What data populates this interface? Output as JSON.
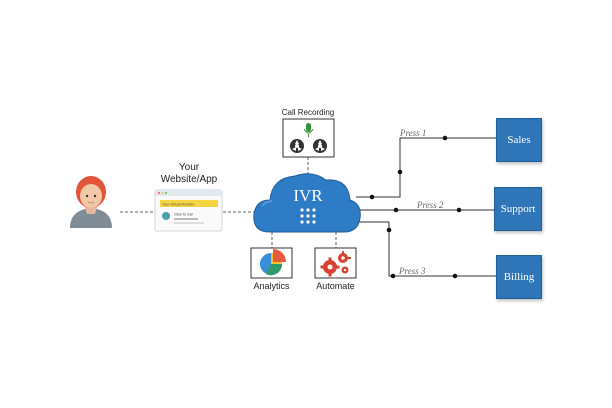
{
  "website": {
    "title": "Your Website/App",
    "banner": "Your Virtual Number",
    "cta": "Click to Call"
  },
  "ivr": {
    "label": "IVR"
  },
  "call_recording": {
    "label": "Call Recording"
  },
  "analytics": {
    "label": "Analytics"
  },
  "automate": {
    "label": "Automate"
  },
  "destinations": [
    {
      "label": "Sales",
      "press": "Press 1"
    },
    {
      "label": "Support",
      "press": "Press 2"
    },
    {
      "label": "Billing",
      "press": "Press 3"
    }
  ],
  "colors": {
    "accent": "#2f76b9",
    "cloud": "#2e7bc6",
    "person_hair": "#e2553a",
    "body": "#7f8c96"
  },
  "icons": [
    "person-icon",
    "website-icon",
    "cloud-icon",
    "microphone-icon",
    "reel-icon",
    "pie-chart-icon",
    "gears-icon",
    "dialpad-icon"
  ]
}
